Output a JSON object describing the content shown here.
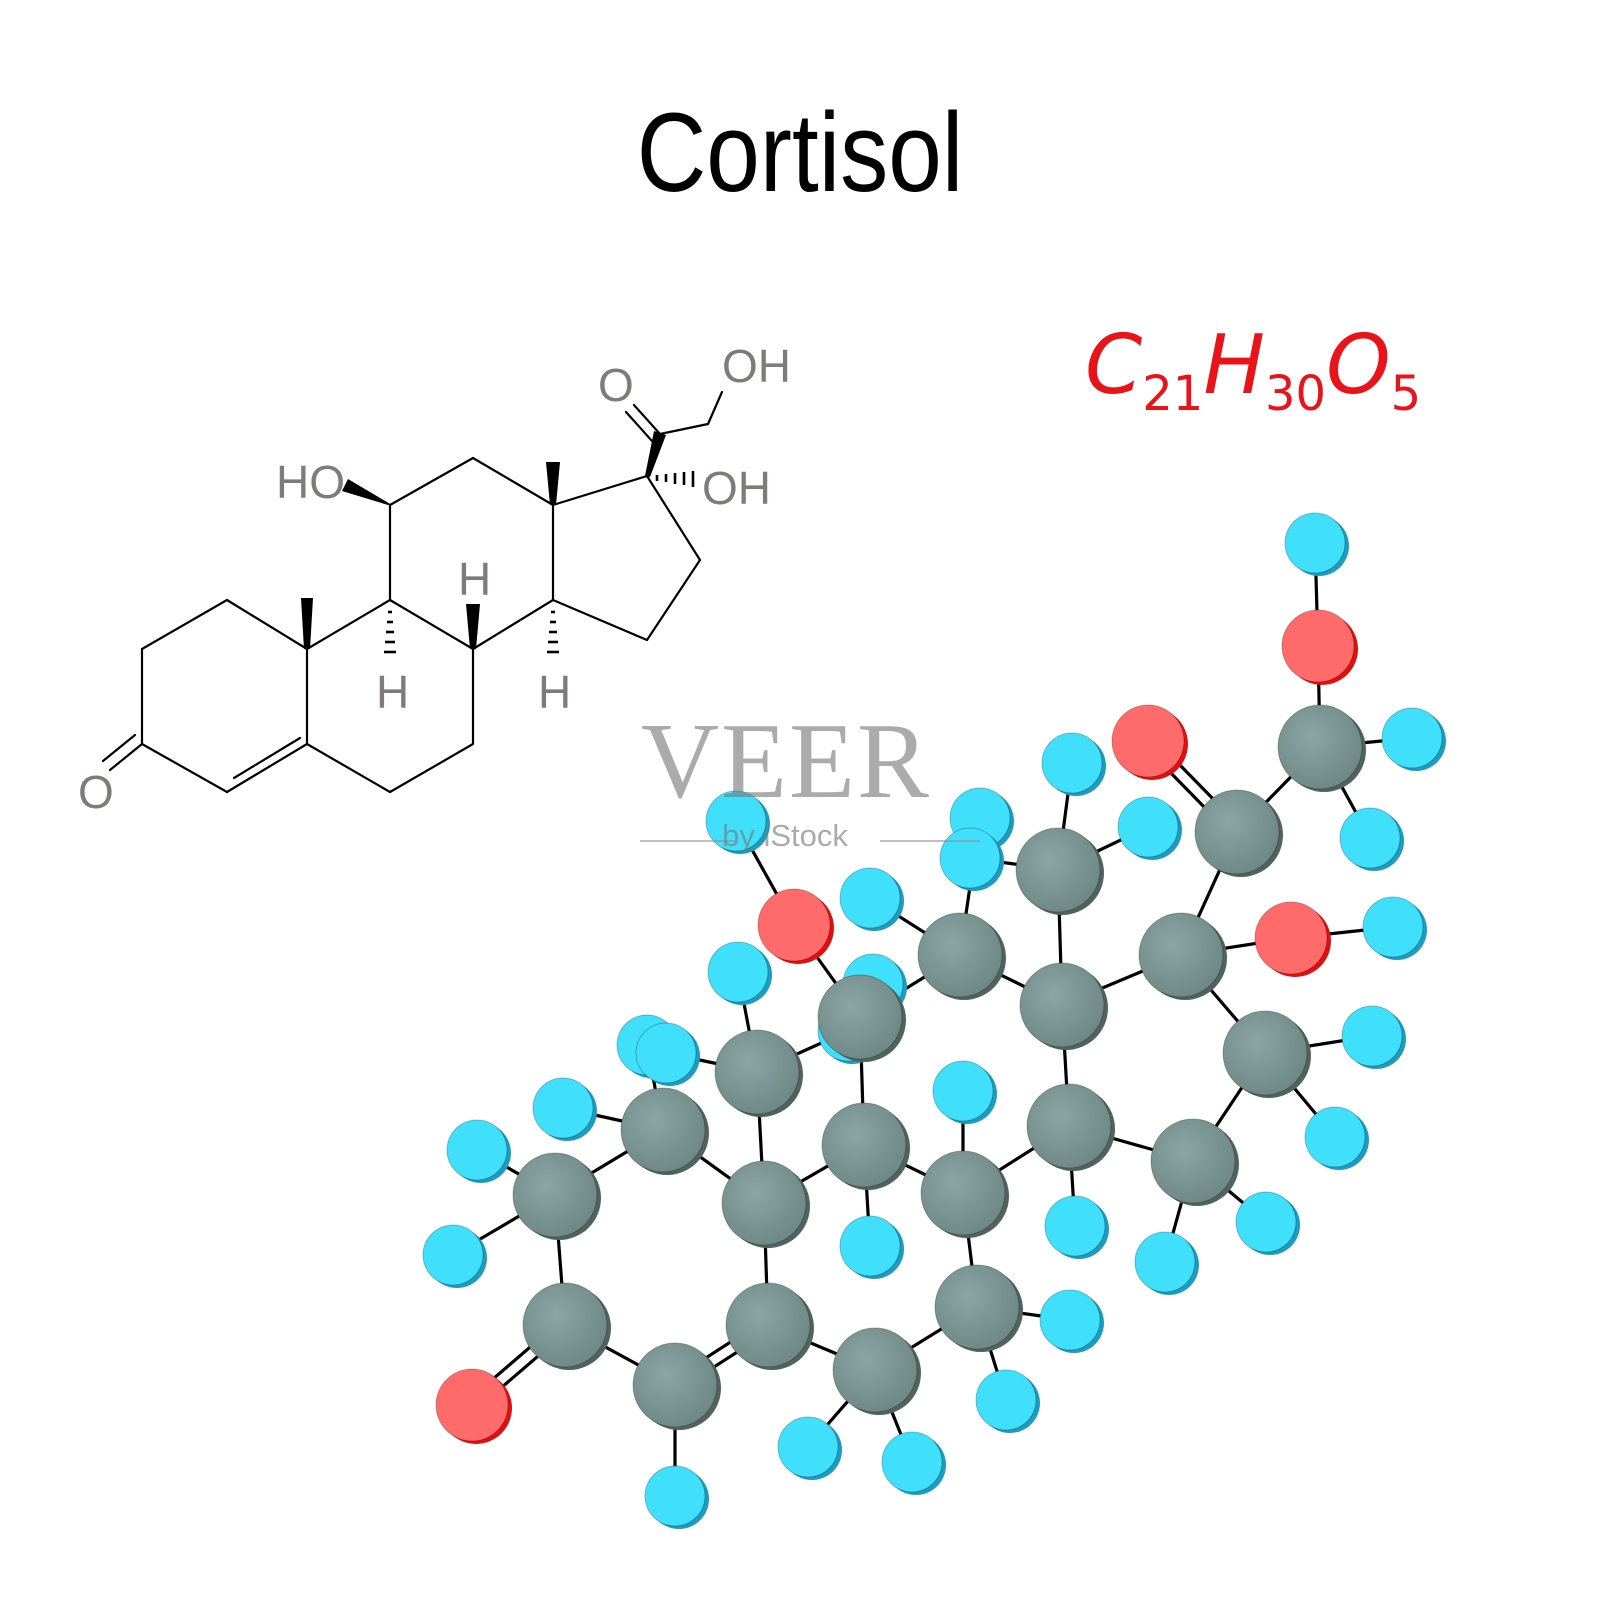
{
  "title": "Cortisol",
  "formula": {
    "C": "C",
    "C_count": "21",
    "H": "H",
    "H_count": "30",
    "O": "O",
    "O_count": "5"
  },
  "structural_labels": {
    "ketone_o": "O",
    "oh_11": "HO",
    "h_8": "H",
    "h_9": "H",
    "h_14": "H",
    "o_20": "O",
    "oh_21": "OH",
    "oh_17": "OH"
  },
  "watermark": {
    "main": "VEER",
    "sub": "by iStock"
  },
  "colors": {
    "formula": "#e8141a",
    "carbon": "#7a9492",
    "oxygen": "#ff6b6b",
    "hydrogen": "#40e0fc",
    "bond": "#000000",
    "label": "#807b7b"
  }
}
